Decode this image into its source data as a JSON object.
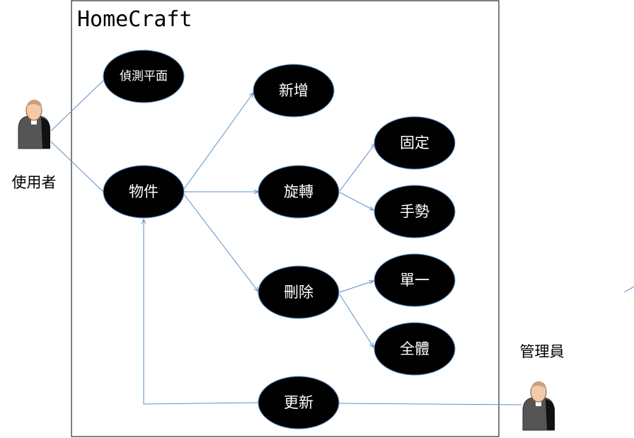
{
  "system": {
    "title": "HomeCraft"
  },
  "actors": {
    "user": {
      "label": "使用者",
      "icon": "person-icon"
    },
    "admin": {
      "label": "管理員",
      "icon": "person-icon"
    }
  },
  "use_cases": {
    "detect_plane": "偵測平面",
    "object": "物件",
    "add": "新增",
    "rotate": "旋轉",
    "fixed": "固定",
    "gesture": "手勢",
    "delete": "刪除",
    "single": "單一",
    "all": "全體",
    "update": "更新"
  },
  "relations": [
    {
      "from": "user",
      "to": "detect_plane"
    },
    {
      "from": "user",
      "to": "object"
    },
    {
      "from": "object",
      "to": "add"
    },
    {
      "from": "object",
      "to": "rotate"
    },
    {
      "from": "object",
      "to": "delete"
    },
    {
      "from": "rotate",
      "to": "fixed"
    },
    {
      "from": "rotate",
      "to": "gesture"
    },
    {
      "from": "delete",
      "to": "single"
    },
    {
      "from": "delete",
      "to": "all"
    },
    {
      "from": "admin",
      "to": "update"
    },
    {
      "from": "update",
      "to": "object"
    }
  ],
  "colors": {
    "ellipse_fill": "#000000",
    "ellipse_text": "#ffffff",
    "connector": "#5b8fc7",
    "border": "#000000"
  }
}
